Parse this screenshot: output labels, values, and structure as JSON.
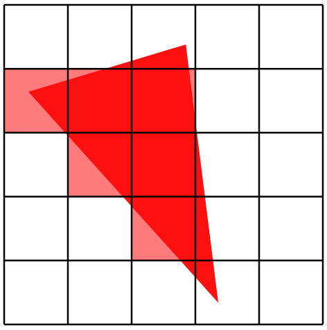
{
  "grid": {
    "rows": 5,
    "columns": 5,
    "line_color": "#000000",
    "background": "#ffffff"
  },
  "highlighted_cells": {
    "color": "#ff7b7b",
    "cells": [
      {
        "row": 1,
        "col": 0
      },
      {
        "row": 1,
        "col": 1
      },
      {
        "row": 1,
        "col": 2
      },
      {
        "row": 2,
        "col": 1
      },
      {
        "row": 2,
        "col": 2
      },
      {
        "row": 3,
        "col": 2
      }
    ]
  },
  "triangle": {
    "color": "#ff1010",
    "vertices_in_cell_units": [
      [
        2.85,
        0.62
      ],
      [
        0.38,
        1.36
      ],
      [
        3.36,
        4.66
      ]
    ]
  }
}
